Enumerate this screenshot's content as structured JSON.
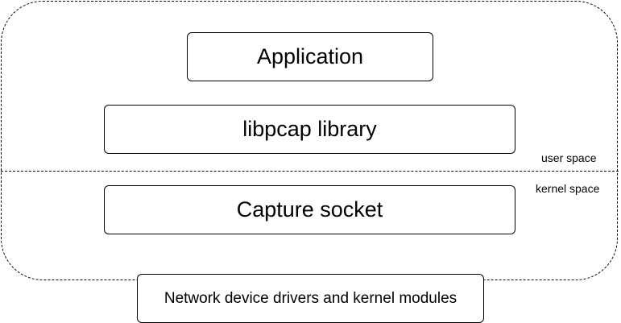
{
  "diagram": {
    "boxes": {
      "application": "Application",
      "libpcap": "libpcap library",
      "capture_socket": "Capture socket",
      "drivers": "Network device drivers and kernel modules"
    },
    "labels": {
      "user_space": "user space",
      "kernel_space": "kernel space"
    }
  }
}
